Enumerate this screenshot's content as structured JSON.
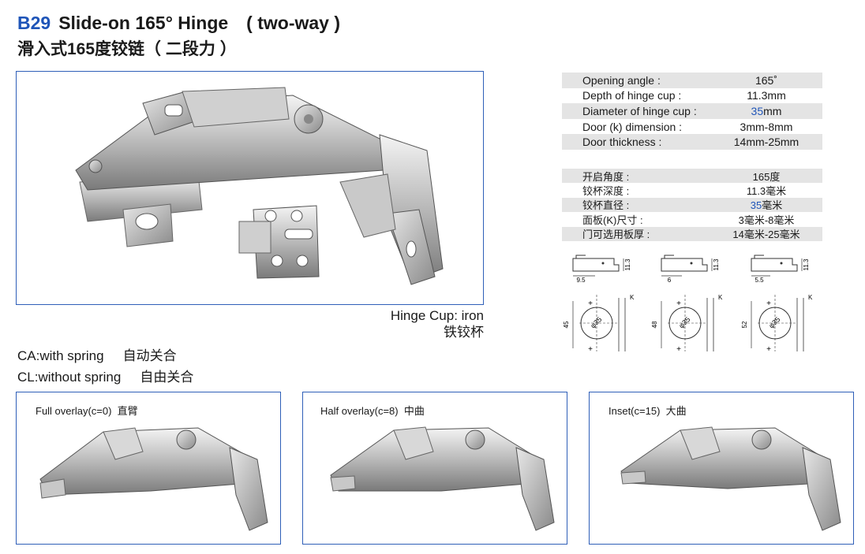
{
  "header": {
    "code": "B29",
    "title_en": "Slide-on 165° Hinge　( two-way )",
    "title_zh": "滑入式165度铰链（ 二段力 ）"
  },
  "main_image": {
    "cup_en": "Hinge Cup: iron",
    "cup_zh": "铁铰杯"
  },
  "captions": [
    {
      "en": "CA:with spring",
      "zh": "自动关合"
    },
    {
      "en": "CL:without spring",
      "zh": "自由关合"
    }
  ],
  "specs_en": [
    {
      "label": "Opening angle :",
      "value": "165˚",
      "shade": true
    },
    {
      "label": "Depth of hinge cup :",
      "value": "11.3mm",
      "shade": false
    },
    {
      "label": "Diameter of hinge cup :",
      "value_blue": "35",
      "value_rest": "mm",
      "shade": true
    },
    {
      "label": "Door (k) dimension :",
      "value": "3mm-8mm",
      "shade": false
    },
    {
      "label": "Door thickness :",
      "value": "14mm-25mm",
      "shade": true
    }
  ],
  "specs_zh": [
    {
      "label": "开启角度 :",
      "value": "165度",
      "shade": true
    },
    {
      "label": "铰杯深度 :",
      "value": "11.3毫米",
      "shade": false
    },
    {
      "label": "铰杯直径 :",
      "value_blue": "35",
      "value_rest": "毫米",
      "shade": true
    },
    {
      "label": "面板(K)尺寸 :",
      "value": "3毫米-8毫米",
      "shade": false
    },
    {
      "label": "门可选用板厚 :",
      "value": "14毫米-25毫米",
      "shade": true
    }
  ],
  "diagrams": [
    {
      "offset": "9.5",
      "depth": "11.3",
      "height": "45",
      "dia": "φ35",
      "k": "K"
    },
    {
      "offset": "6",
      "depth": "11.3",
      "height": "48",
      "dia": "φ35",
      "k": "K"
    },
    {
      "offset": "5.5",
      "depth": "11.3",
      "height": "52",
      "dia": "φ35",
      "k": "K"
    }
  ],
  "variants": [
    {
      "label": "Full overlay(c=0)  直臂"
    },
    {
      "label": "Half overlay(c=8)  中曲"
    },
    {
      "label": "Inset(c=15)  大曲"
    }
  ]
}
